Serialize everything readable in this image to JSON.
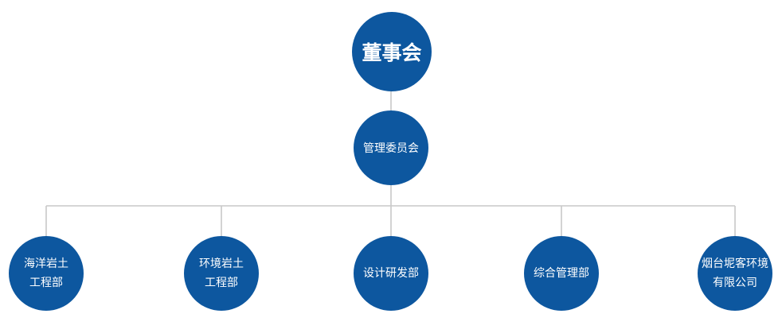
{
  "root": {
    "lines": [
      "董事会"
    ]
  },
  "management": {
    "lines": [
      "管理委员会"
    ]
  },
  "departments": [
    {
      "lines": [
        "海洋岩土",
        "工程部"
      ]
    },
    {
      "lines": [
        "环境岩土",
        "工程部"
      ]
    },
    {
      "lines": [
        "设计研发部"
      ]
    },
    {
      "lines": [
        "综合管理部"
      ]
    },
    {
      "lines": [
        "烟台坭客环境",
        "有限公司"
      ]
    }
  ],
  "colors": {
    "node_fill": "#0d579f",
    "node_text": "#ffffff",
    "connector": "#c8c8c8"
  }
}
